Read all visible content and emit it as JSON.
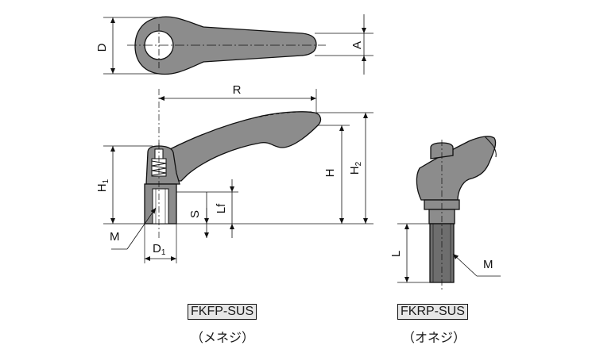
{
  "labels": {
    "D": "D",
    "A": "A",
    "R": "R",
    "H": "H",
    "H2": "H",
    "H2_sub": "2",
    "H1": "H",
    "H1_sub": "1",
    "S": "S",
    "Lf": "Lf",
    "M_left": "M",
    "D1": "D",
    "D1_sub": "1",
    "L": "L",
    "M_right": "M"
  },
  "models": [
    {
      "code": "FKFP-SUS",
      "type": "（メネジ）"
    },
    {
      "code": "FKRP-SUS",
      "type": "（オネジ）"
    }
  ],
  "colors": {
    "line": "#111111",
    "body": "#8c8c8c",
    "body_dark": "#6e6e6e",
    "label_bg": "#e6e6e6"
  }
}
